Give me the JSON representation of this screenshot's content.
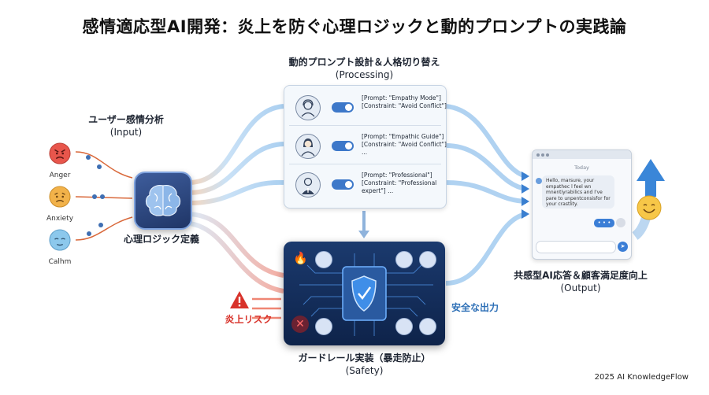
{
  "title": "感情適応型AI開発：炎上を防ぐ心理ロジックと動的プロンプトの実践論",
  "input": {
    "title": "ユーザー感情分析",
    "subtitle": "(Input)"
  },
  "emotions": [
    {
      "label": "Anger",
      "icon": "angry-face-icon",
      "color": "#e8564c"
    },
    {
      "label": "Anxiety",
      "icon": "worried-face-icon",
      "color": "#f2b24a"
    },
    {
      "label": "Calhm",
      "icon": "calm-face-icon",
      "color": "#8cc8ec"
    }
  ],
  "logic": {
    "label": "心理ロジック定義",
    "icon": "brain-icon"
  },
  "processing": {
    "title": "動的プロンプト設計＆人格切り替え",
    "subtitle": "(Processing)",
    "personas": [
      {
        "icon": "headset-person-icon",
        "prompt": "[Prompt: \"Empathy Mode\"]\n[Constraint: \"Avoid Conflict\"]"
      },
      {
        "icon": "woman-person-icon",
        "prompt": "[Prompt: \"Empathic Guide\"]\n[Constraint: \"Avoid Conflict\"]\n..."
      },
      {
        "icon": "businessman-person-icon",
        "prompt": "[Prompt: \"Professional\"]\n[Constraint: \"Professional\nexpert\"] ..."
      }
    ]
  },
  "safety": {
    "title": "ガードレール実装（暴走防止）",
    "subtitle": "(Safety)",
    "risk_label": "炎上リスク",
    "safe_output": "安全な出力",
    "icons": [
      "fire-icon",
      "cycle-icon",
      "shield-check-icon",
      "globe-icon",
      "close-icon",
      "shield-check-icon",
      "lock-icon",
      "network-icon"
    ]
  },
  "output": {
    "title": "共感型AI応答＆顧客満足度向上",
    "subtitle": "(Output)",
    "chat_date": "Today",
    "message": "Hello, marsure, your empathec l feel wn mnentiyrabilics and I've pare to unpentconsisfor for your crastlity.",
    "reply": "• • •"
  },
  "footer": "2025 AI KnowledgeFlow",
  "colors": {
    "flow_blue": "#8fc0ec",
    "flow_red": "#f08a7a",
    "risk_red": "#d8322a",
    "safe_blue": "#2d6fb6"
  }
}
